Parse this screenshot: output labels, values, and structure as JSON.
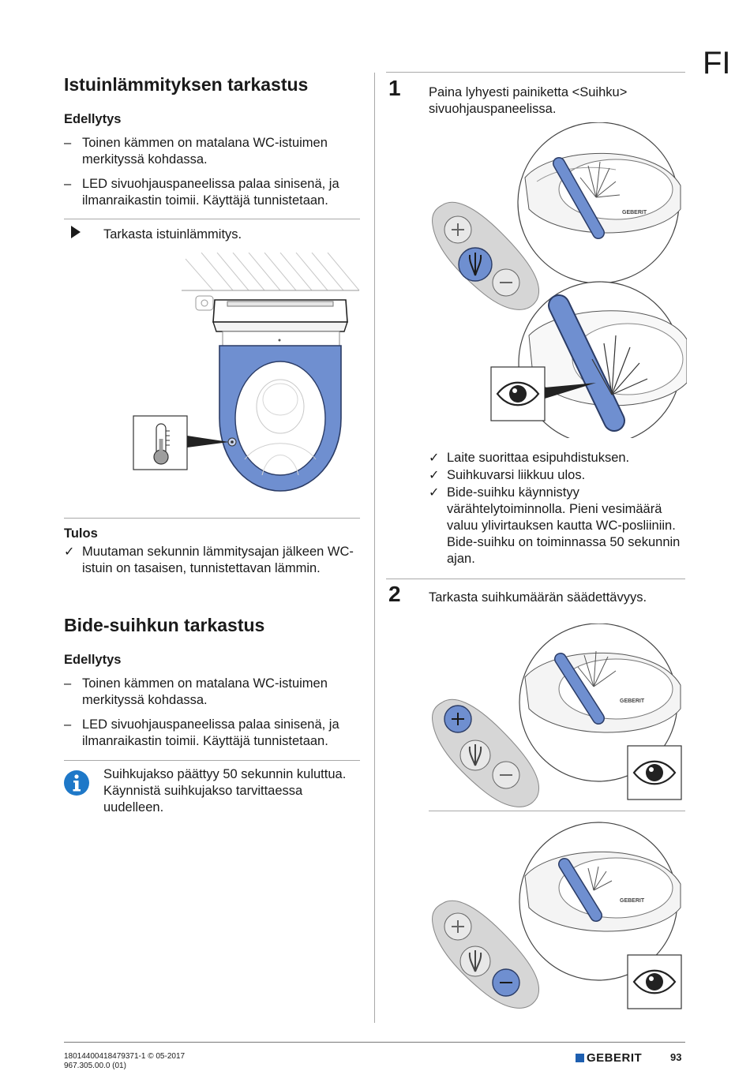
{
  "lang": "FI",
  "left": {
    "section1": {
      "title": "Istuinlämmityksen tarkastus",
      "prereq_heading": "Edellytys",
      "prereq_items": [
        [
          "Toinen kämmen on matalana WC-istuimen",
          "merkityssä kohdassa."
        ],
        [
          "LED sivuohjauspaneelissa palaa sinisenä, ja",
          "ilmanraikastin toimii. Käyttäjä tunnistetaan."
        ]
      ],
      "action": "Tarkasta istuinlämmitys.",
      "result_heading": "Tulos",
      "result_lines": [
        "Muutaman sekunnin lämmitysajan jälkeen WC-",
        "istuin on tasaisen, tunnistettavan lämmin."
      ]
    },
    "section2": {
      "title": "Bide-suihkun tarkastus",
      "prereq_heading": "Edellytys",
      "prereq_items": [
        [
          "Toinen kämmen on matalana WC-istuimen",
          "merkityssä kohdassa."
        ],
        [
          "LED sivuohjauspaneelissa palaa sinisenä, ja",
          "ilmanraikastin toimii. Käyttäjä tunnistetaan."
        ]
      ],
      "info_lines": [
        "Suihkujakso päättyy 50 sekunnin kuluttua.",
        "Käynnistä suihkujakso tarvittaessa",
        "uudelleen."
      ]
    }
  },
  "right": {
    "step1": {
      "number": "1",
      "lines": [
        "Paina lyhyesti painiketta <Suihku>",
        "sivuohjauspaneelissa."
      ],
      "checks": [
        [
          "Laite suorittaa esipuhdistuksen."
        ],
        [
          "Suihkuvarsi liikkuu ulos."
        ],
        [
          "Bide-suihku käynnistyy",
          "värähtelytoiminnolla. Pieni vesimäärä",
          "valuu ylivirtauksen kautta WC-posliiniin.",
          "Bide-suihku on toiminnassa 50 sekunnin",
          "ajan."
        ]
      ]
    },
    "step2": {
      "number": "2",
      "text": "Tarkasta suihkumäärän säädettävyys."
    }
  },
  "footer": {
    "doc_id": "18014400418479371-1 © 05-2017",
    "doc_id2": "967.305.00.0 (01)",
    "brand": "GEBERIT",
    "page": "93"
  },
  "colors": {
    "accent_blue": "#6f8fd0",
    "info_blue": "#1e78c8",
    "text": "#1a1a1a",
    "rule": "#a9a9a9"
  }
}
